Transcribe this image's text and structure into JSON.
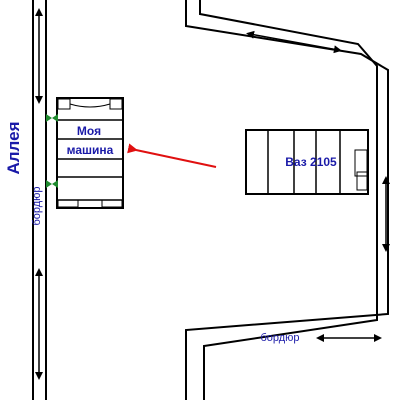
{
  "labels": {
    "alley": "Аллея",
    "curb_left": "бордюр",
    "curb_bottom": "бордюр",
    "my_car_line1": "Моя",
    "my_car_line2": "машина",
    "other_car": "Ваз 2105"
  },
  "colors": {
    "text_blue": "#1a1aa8",
    "arrow_red": "#e01010",
    "marker_green": "#1f8a2e",
    "line": "#000000"
  }
}
